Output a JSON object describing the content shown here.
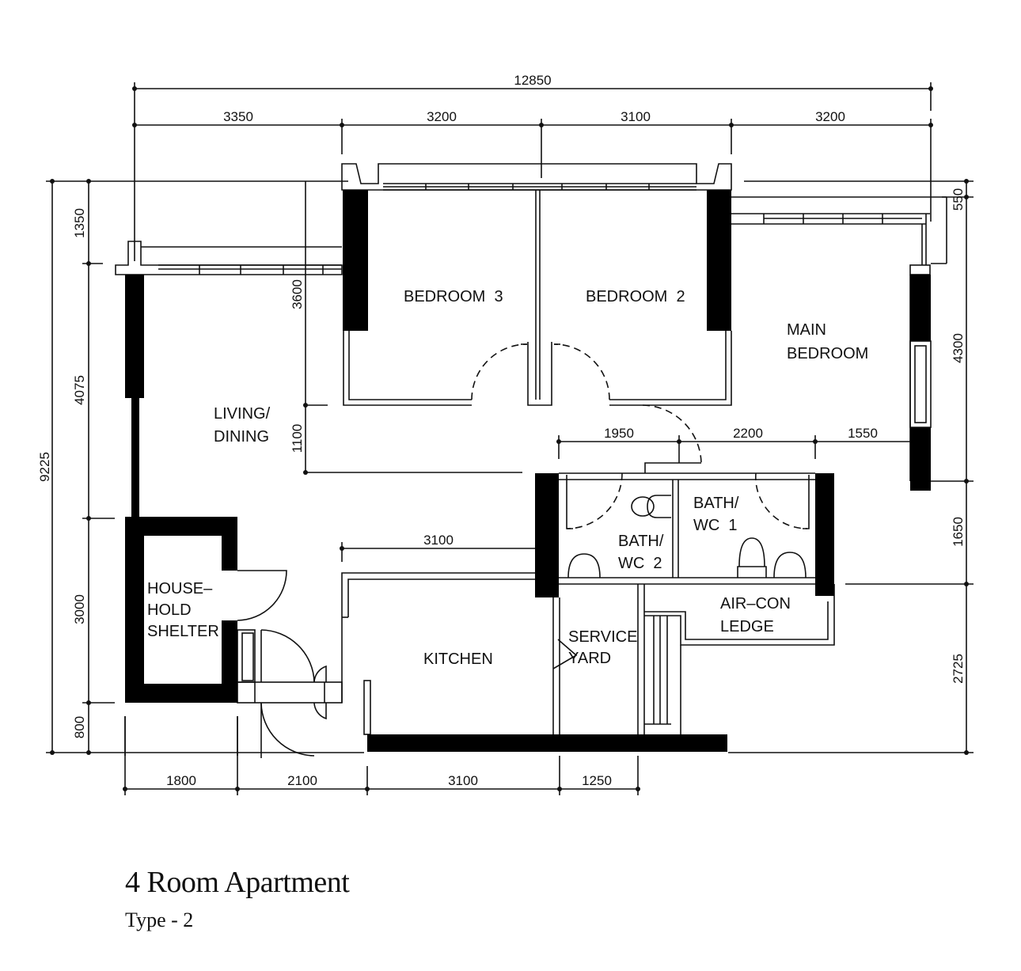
{
  "plan": {
    "title": "4 Room Apartment",
    "subtitle": "Type - 2",
    "colors": {
      "line": "#111111",
      "wall": "#000000",
      "background": "#ffffff"
    }
  },
  "rooms": {
    "bedroom3": [
      "BEDROOM  3"
    ],
    "bedroom2": [
      "BEDROOM  2"
    ],
    "main_bedroom": [
      "MAIN",
      "BEDROOM"
    ],
    "living_dining": [
      "LIVING/",
      "DINING"
    ],
    "bath_wc1": [
      "BATH/",
      "WC  1"
    ],
    "bath_wc2": [
      "BATH/",
      "WC  2"
    ],
    "household_shelter": [
      "HOUSE–",
      "HOLD",
      "SHELTER"
    ],
    "kitchen": [
      "KITCHEN"
    ],
    "service_yard": [
      "SERVICE",
      "YARD"
    ],
    "aircon_ledge": [
      "AIR–CON",
      "LEDGE"
    ]
  },
  "dimensions": {
    "top_overall": "12850",
    "top_segments": [
      "3350",
      "3200",
      "3100",
      "3200"
    ],
    "left_overall": "9225",
    "left_segments": [
      "1350",
      "4075",
      "3000",
      "800"
    ],
    "right_segments": [
      "550",
      "4300",
      "1650",
      "2725"
    ],
    "bottom_segments": [
      "1800",
      "2100",
      "3100",
      "1250"
    ],
    "inner_vertical": [
      "3600",
      "1100"
    ],
    "bath_row": [
      "1950",
      "2200",
      "1550"
    ],
    "kitchen_width": "3100"
  }
}
